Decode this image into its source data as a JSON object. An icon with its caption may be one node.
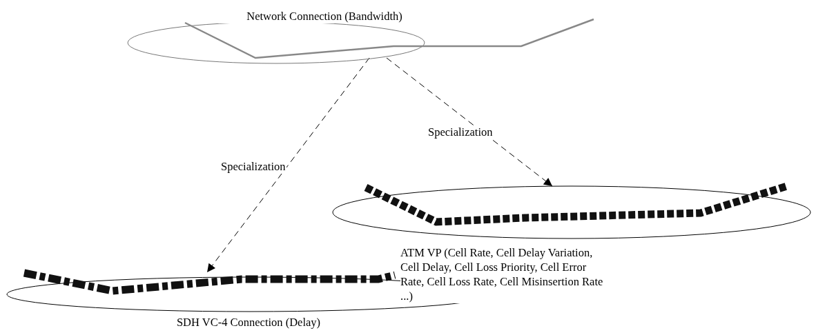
{
  "diagram": {
    "nodes": [
      {
        "text": [
          "Network Connection (Bandwidth)"
        ]
      },
      {
        "text": [
          "ATM VP (Cell Rate, Cell Delay Variation, Cell Delay, Cell Loss Priority, Cell Error Rate, Cell Loss Rate, Cell Misinsertion Rate ...)"
        ]
      },
      {
        "text": [
          "SDH VC-4 Connection (Delay)"
        ]
      }
    ],
    "edges": [
      {
        "from": 0,
        "to": 2,
        "arrow": "to",
        "label": "Specialization",
        "style": "dashed"
      },
      {
        "from": 0,
        "to": 1,
        "arrow": "to",
        "label": "Specialization",
        "style": "dashed"
      }
    ]
  }
}
